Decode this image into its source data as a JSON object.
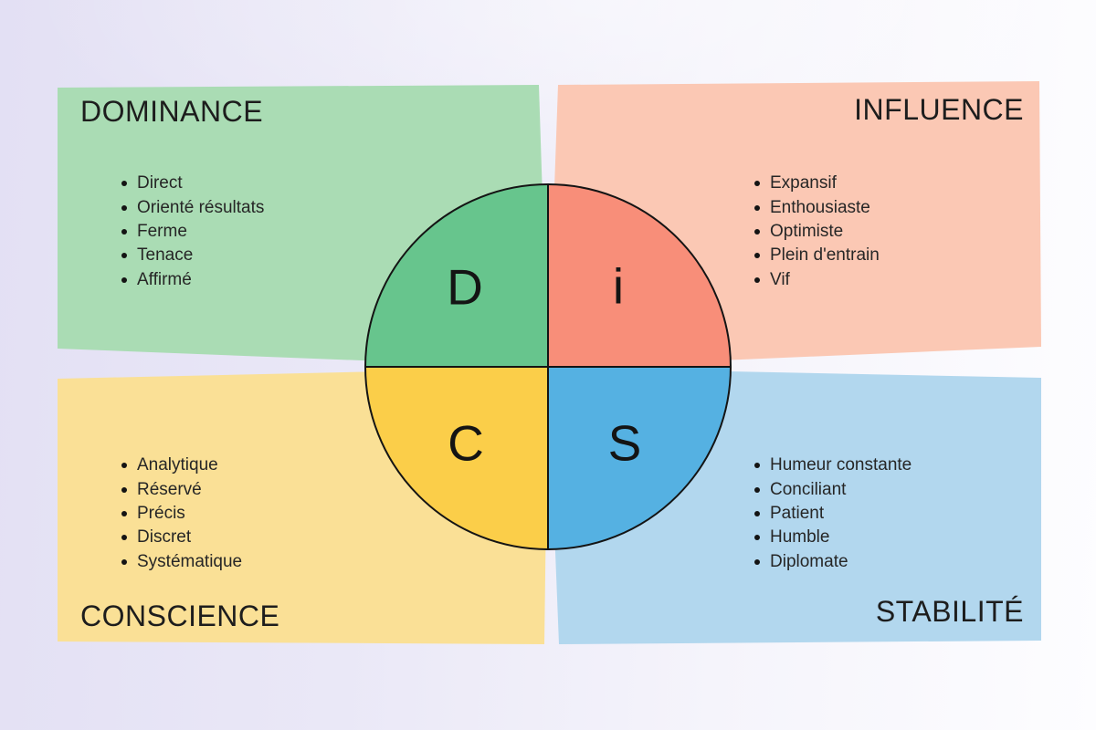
{
  "panels": {
    "dominance": {
      "label": "DOMINANCE",
      "bg": "#aadcb4",
      "traits": [
        "Direct",
        "Orienté résultats",
        "Ferme",
        "Tenace",
        "Affirmé"
      ]
    },
    "influence": {
      "label": "INFLUENCE",
      "bg": "#fbc8b4",
      "traits": [
        "Expansif",
        "Enthousiaste",
        "Optimiste",
        "Plein d'entrain",
        "Vif"
      ]
    },
    "conscience": {
      "label": "CONSCIENCE",
      "bg": "#fae096",
      "traits": [
        "Analytique",
        "Réservé",
        "Précis",
        "Discret",
        "Systématique"
      ]
    },
    "stabilite": {
      "label": "STABILITÉ",
      "bg": "#b2d7ee",
      "traits": [
        "Humeur constante",
        "Conciliant",
        "Patient",
        "Humble",
        "Diplomate"
      ]
    }
  },
  "circle": {
    "outline_color": "#141414",
    "quadrants": {
      "d": {
        "letter": "D",
        "color": "#67c58d"
      },
      "i": {
        "letter": "i",
        "color": "#f88e79"
      },
      "c": {
        "letter": "C",
        "color": "#fbce49"
      },
      "s": {
        "letter": "S",
        "color": "#55b1e2"
      }
    }
  }
}
